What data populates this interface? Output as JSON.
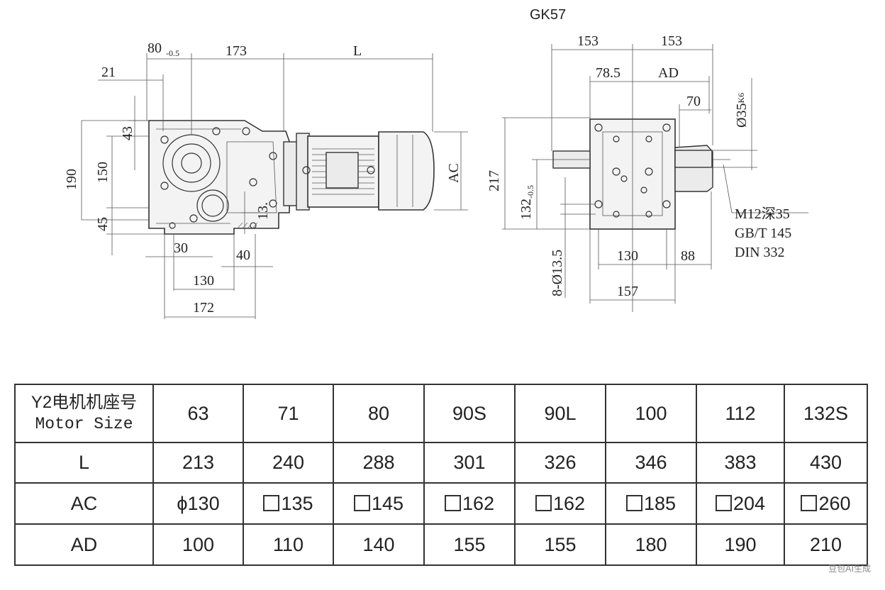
{
  "title": "GK57",
  "side_view": {
    "dims": {
      "d80": "80",
      "d80_tol": "-0.5",
      "d173": "173",
      "dL": "L",
      "d21": "21",
      "d43": "43",
      "d190": "190",
      "d150": "150",
      "d45": "45",
      "d13": "13.",
      "d30": "30",
      "d40": "40",
      "d130": "130",
      "d172": "172",
      "dAC": "AC"
    }
  },
  "end_view": {
    "dims": {
      "d153_left": "153",
      "d153_right": "153",
      "d78_5": "78.5",
      "dAD": "AD",
      "d70": "70",
      "d35": "Ø35",
      "d35_tol": "K6",
      "d217": "217",
      "d132": "132",
      "d132_tol": "-0.5",
      "d8holes": "8-Ø13.5",
      "d130": "130",
      "d88": "88",
      "d157": "157"
    },
    "thread_note": [
      "M12深35",
      "GB/T 145",
      "DIN 332"
    ]
  },
  "table": {
    "header_cn": "Y2电机机座号",
    "header_en": "Motor Size",
    "rows": [
      {
        "label": "L",
        "values": [
          "213",
          "240",
          "288",
          "301",
          "326",
          "346",
          "383",
          "430"
        ]
      },
      {
        "label": "AC",
        "values": [
          "130",
          "135",
          "145",
          "162",
          "162",
          "185",
          "204",
          "260"
        ]
      },
      {
        "label": "AD",
        "values": [
          "100",
          "110",
          "140",
          "155",
          "155",
          "180",
          "190",
          "210"
        ]
      }
    ],
    "sizes": [
      "63",
      "71",
      "80",
      "90S",
      "90L",
      "100",
      "112",
      "132S"
    ],
    "ac_symbols": [
      "ϕ",
      "box",
      "box",
      "box",
      "box",
      "box",
      "box",
      "box"
    ]
  },
  "watermark": "豆包AI生成"
}
